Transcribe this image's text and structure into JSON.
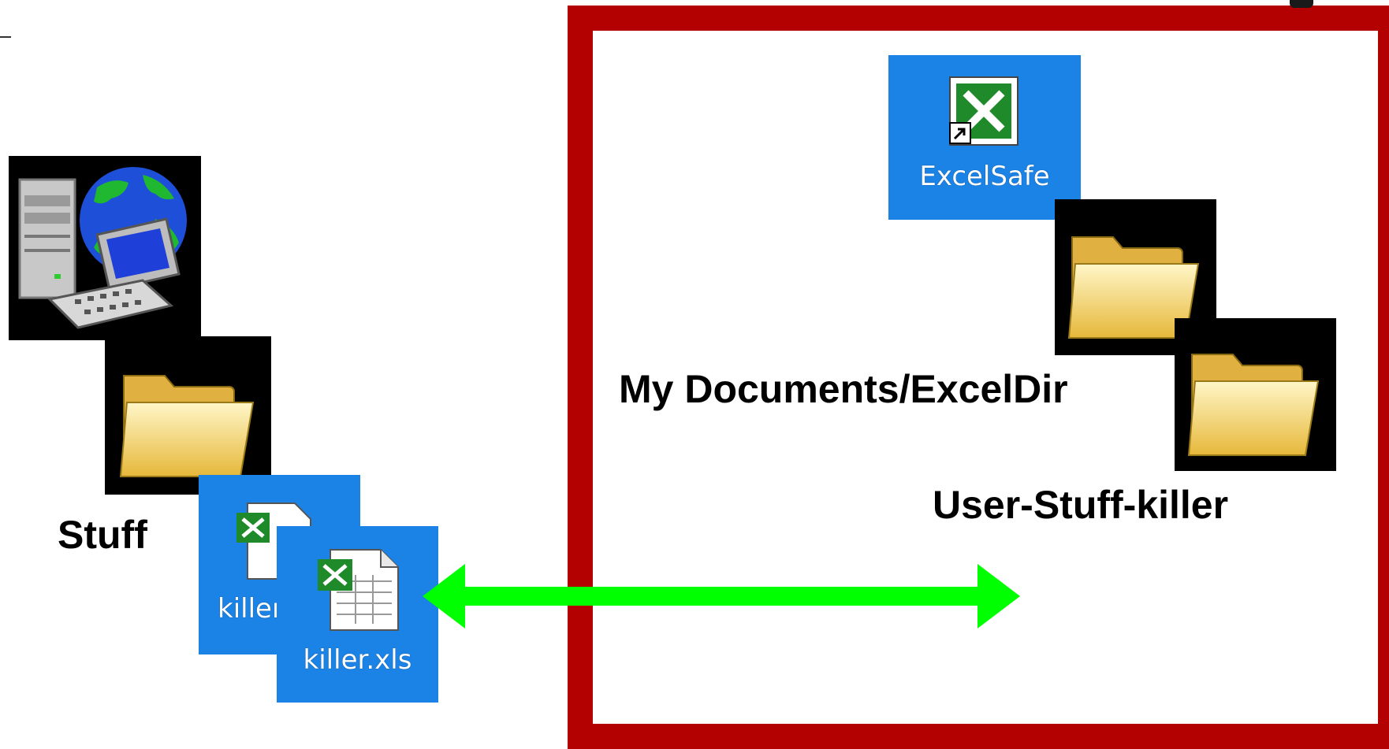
{
  "labels": {
    "stuff": "Stuff",
    "my_documents": "My Documents/ExcelDir",
    "user_stuff_killer": "User-Stuff-killer"
  },
  "icons": {
    "excel_shortcut": {
      "label": "ExcelSafe",
      "icon": "excel-shortcut-icon"
    },
    "xls_back": {
      "label": "killer.xls",
      "icon": "excel-file-icon"
    },
    "xls_front": {
      "label": "killer.xls",
      "icon": "excel-file-icon"
    },
    "computer": {
      "icon": "network-computer-icon"
    },
    "folders": [
      "folder-icon",
      "folder-icon",
      "folder-icon"
    ]
  },
  "colors": {
    "frame": "#b30000",
    "arrow": "#00ff00",
    "tile_blue": "#1b82e6",
    "tile_black": "#000000"
  }
}
